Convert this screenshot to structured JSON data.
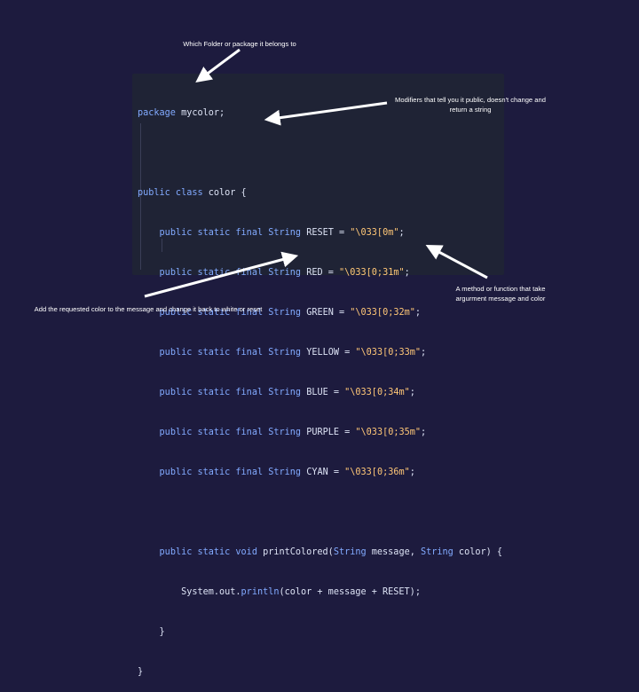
{
  "annotations": {
    "top": "Which Folder or package it belongs to",
    "right": "Modifiers that tell you it public, doesn't change and return a string",
    "bottom_left": "Add the requested color to the message and change it back to white or reset",
    "bottom_right": "A method or function that take argurment message and color"
  },
  "code": {
    "line1_kw": "package",
    "line1_rest": " mycolor;",
    "line3_kw": "public class",
    "line3_rest": " color {",
    "fields": [
      {
        "mods": "public static final",
        "type": "String",
        "name": "RESET",
        "value": "\"\\033[0m\""
      },
      {
        "mods": "public static final",
        "type": "String",
        "name": "RED",
        "value": "\"\\033[0;31m\""
      },
      {
        "mods": "public static final",
        "type": "String",
        "name": "GREEN",
        "value": "\"\\033[0;32m\""
      },
      {
        "mods": "public static final",
        "type": "String",
        "name": "YELLOW",
        "value": "\"\\033[0;33m\""
      },
      {
        "mods": "public static final",
        "type": "String",
        "name": "BLUE",
        "value": "\"\\033[0;34m\""
      },
      {
        "mods": "public static final",
        "type": "String",
        "name": "PURPLE",
        "value": "\"\\033[0;35m\""
      },
      {
        "mods": "public static final",
        "type": "String",
        "name": "CYAN",
        "value": "\"\\033[0;36m\""
      }
    ],
    "method_mods": "public static void",
    "method_name": " printColored(",
    "param1_type": "String",
    "param1_rest": " message, ",
    "param2_type": "String",
    "param2_rest": " color) {",
    "body_obj": "System.out.",
    "body_fn": "println",
    "body_rest": "(color + message + RESET);",
    "close_inner": "}",
    "close_outer": "}"
  },
  "colors": {
    "background": "#1d1b3e",
    "keyword": "#82aaff",
    "string": "#ffc777",
    "arrow": "#ffffff"
  }
}
